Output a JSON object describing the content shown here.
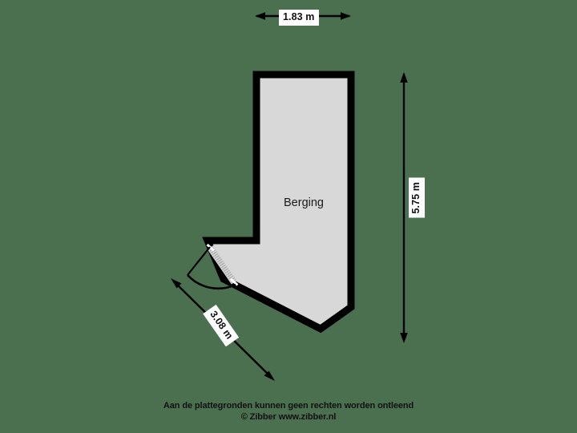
{
  "plan": {
    "background_color": "#4b7050",
    "room_fill_color": "#d8d8d8",
    "wall_color": "#000000",
    "room": {
      "label": "Berging"
    },
    "dimensions": {
      "top": "1.83 m",
      "right": "5.75 m",
      "diagonal": "3.08 m"
    }
  },
  "footer": {
    "disclaimer": "Aan de plattegronden kunnen geen rechten worden ontleend",
    "copyright": "© Zibber www.zibber.nl"
  }
}
